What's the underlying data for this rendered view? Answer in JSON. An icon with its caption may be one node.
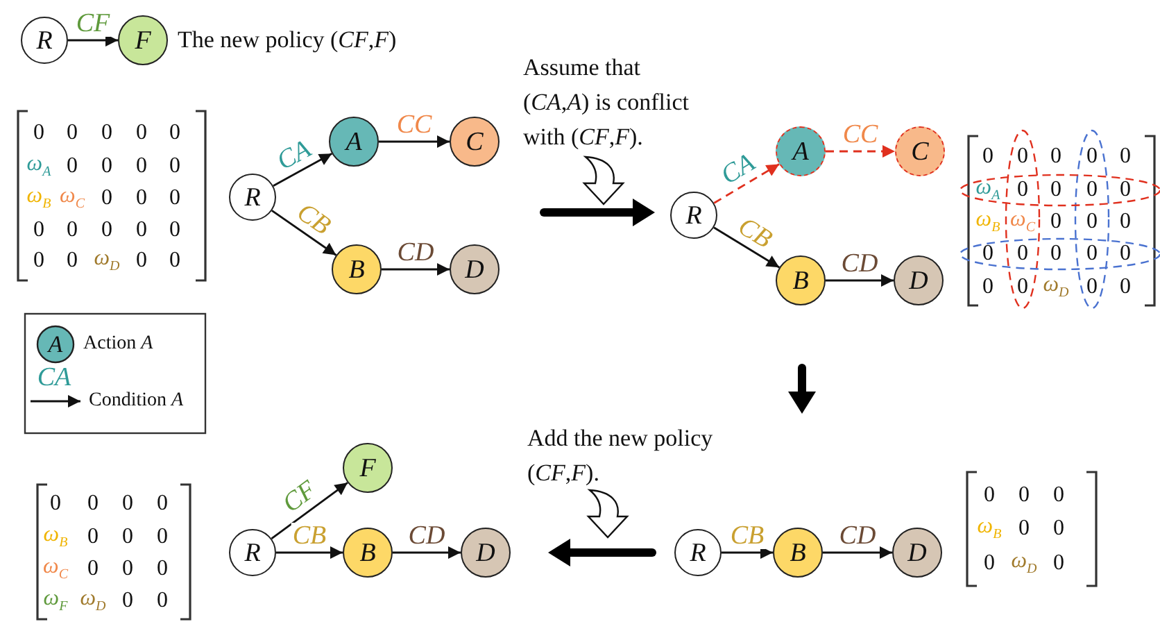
{
  "diagram": {
    "nodes": [
      {
        "text": [
          "R"
        ]
      },
      {
        "text": [
          "F"
        ],
        "beside": [
          "The new policy (*CF*,*F*)"
        ]
      },
      {
        "text": [
          "R"
        ]
      },
      {
        "text": [
          "A"
        ]
      },
      {
        "text": [
          "C"
        ]
      },
      {
        "text": [
          "B"
        ]
      },
      {
        "text": [
          "D"
        ]
      },
      {
        "text": [
          "R"
        ]
      },
      {
        "text": [
          "A"
        ]
      },
      {
        "text": [
          "C"
        ]
      },
      {
        "text": [
          "B"
        ]
      },
      {
        "text": [
          "D"
        ]
      },
      {
        "text": [
          "R"
        ]
      },
      {
        "text": [
          "B"
        ]
      },
      {
        "text": [
          "D"
        ]
      },
      {
        "text": [
          "R"
        ]
      },
      {
        "text": [
          "F"
        ]
      },
      {
        "text": [
          "B"
        ]
      },
      {
        "text": [
          "D"
        ]
      }
    ],
    "edges": [
      {
        "from": 0,
        "to": 1,
        "arrow": "to",
        "label": "CF"
      },
      {
        "from": 2,
        "to": 3,
        "arrow": "to",
        "label": "CA"
      },
      {
        "from": 3,
        "to": 4,
        "arrow": "to",
        "label": "CC"
      },
      {
        "from": 2,
        "to": 5,
        "arrow": "to",
        "label": "CB"
      },
      {
        "from": 5,
        "to": 6,
        "arrow": "to",
        "label": "CD"
      },
      {
        "from": 7,
        "to": 8,
        "arrow": "to",
        "label": "CA",
        "style": "dashed",
        "color": "#e0301e"
      },
      {
        "from": 8,
        "to": 9,
        "arrow": "to",
        "label": "CC",
        "style": "dashed",
        "color": "#e0301e"
      },
      {
        "from": 7,
        "to": 10,
        "arrow": "to",
        "label": "CB"
      },
      {
        "from": 10,
        "to": 11,
        "arrow": "to",
        "label": "CD"
      },
      {
        "from": 12,
        "to": 13,
        "arrow": "to",
        "label": "CB"
      },
      {
        "from": 13,
        "to": 14,
        "arrow": "to",
        "label": "CD"
      },
      {
        "from": 15,
        "to": 16,
        "arrow": "to",
        "label": "CF"
      },
      {
        "from": 15,
        "to": 17,
        "arrow": "to",
        "label": "CB"
      },
      {
        "from": 17,
        "to": 18,
        "arrow": "to",
        "label": "CD"
      }
    ],
    "labels": [
      "Assume that (*CA*,*A*) is conflict with (*CF*,*F*).",
      "0",
      "0",
      "0",
      "0",
      "0",
      "ω$_{A}$",
      "0",
      "0",
      "0",
      "0",
      "ω$_{B}$",
      "ω$_{C}$",
      "0",
      "0",
      "0",
      "0",
      "0",
      "0",
      "0",
      "0",
      "0",
      "0",
      "ω$_{D}$",
      "0",
      "0",
      "0",
      "0",
      "0",
      "0",
      "0",
      "ω$_{A}$",
      "0",
      "0",
      "0",
      "0",
      "ω$_{B}$",
      "ω$_{C}$",
      "0",
      "0",
      "0",
      "0",
      "0",
      "0",
      "0",
      "0",
      "0",
      "0",
      "ω$_{D}$",
      "0",
      "0",
      "A",
      "CA",
      "Add the new policy (*CF*,*F*).",
      "0",
      "0",
      "0",
      "0",
      "ω$_{B}$",
      "0",
      "0",
      "0",
      "ω$_{C}$",
      "0",
      "0",
      "0",
      "ω$_{F}$",
      "ω$_{D}$",
      "0",
      "0",
      "0",
      "0",
      "0",
      "ω$_{B}$",
      "0",
      "0",
      "0",
      "ω$_{D}$",
      "0"
    ],
    "legend": [
      {
        "text": "Action *A*"
      },
      {
        "text": "Condition *A*"
      }
    ]
  }
}
